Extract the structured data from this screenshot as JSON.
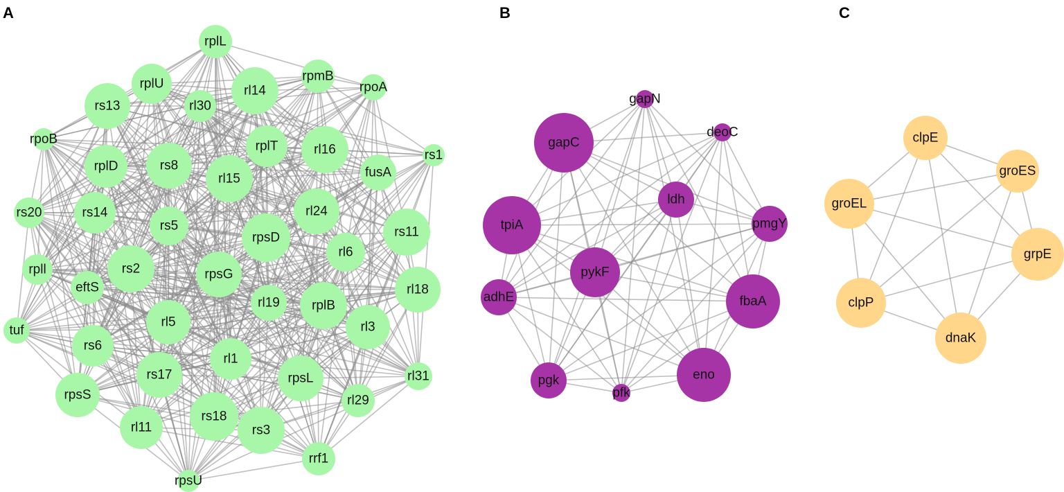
{
  "panels": [
    {
      "label": "A",
      "color": "#a8f7a8",
      "nodes": [
        "rplL",
        "rplU",
        "rs13",
        "rl14",
        "rpmB",
        "rpoA",
        "rl30",
        "rpoB",
        "rs1",
        "rplD",
        "rs8",
        "rplT",
        "rl16",
        "fusA",
        "rl15",
        "rs20",
        "rs14",
        "rl24",
        "rs5",
        "rs11",
        "rpsD",
        "rl6",
        "rpll",
        "rs2",
        "rpsG",
        "rl18",
        "eftS",
        "rplB",
        "tuf",
        "rl5",
        "rl19",
        "rl3",
        "rs6",
        "rl1",
        "rl31",
        "rs17",
        "rpsL",
        "rpsS",
        "rl29",
        "rl11",
        "rs18",
        "rs3",
        "rrf1",
        "rpsU"
      ],
      "edge_pattern": "dense"
    },
    {
      "label": "B",
      "color": "#a634a6",
      "nodes": [
        "gapN",
        "deoC",
        "gapC",
        "ldh",
        "tpiA",
        "pmgY",
        "pykF",
        "adhE",
        "fbaA",
        "eno",
        "pgk",
        "pfk"
      ],
      "edge_pattern": "moderate"
    },
    {
      "label": "C",
      "color": "#ffd68a",
      "nodes": [
        "clpE",
        "groES",
        "groEL",
        "grpE",
        "clpP",
        "dnaK"
      ],
      "edge_pattern": "complete"
    }
  ]
}
